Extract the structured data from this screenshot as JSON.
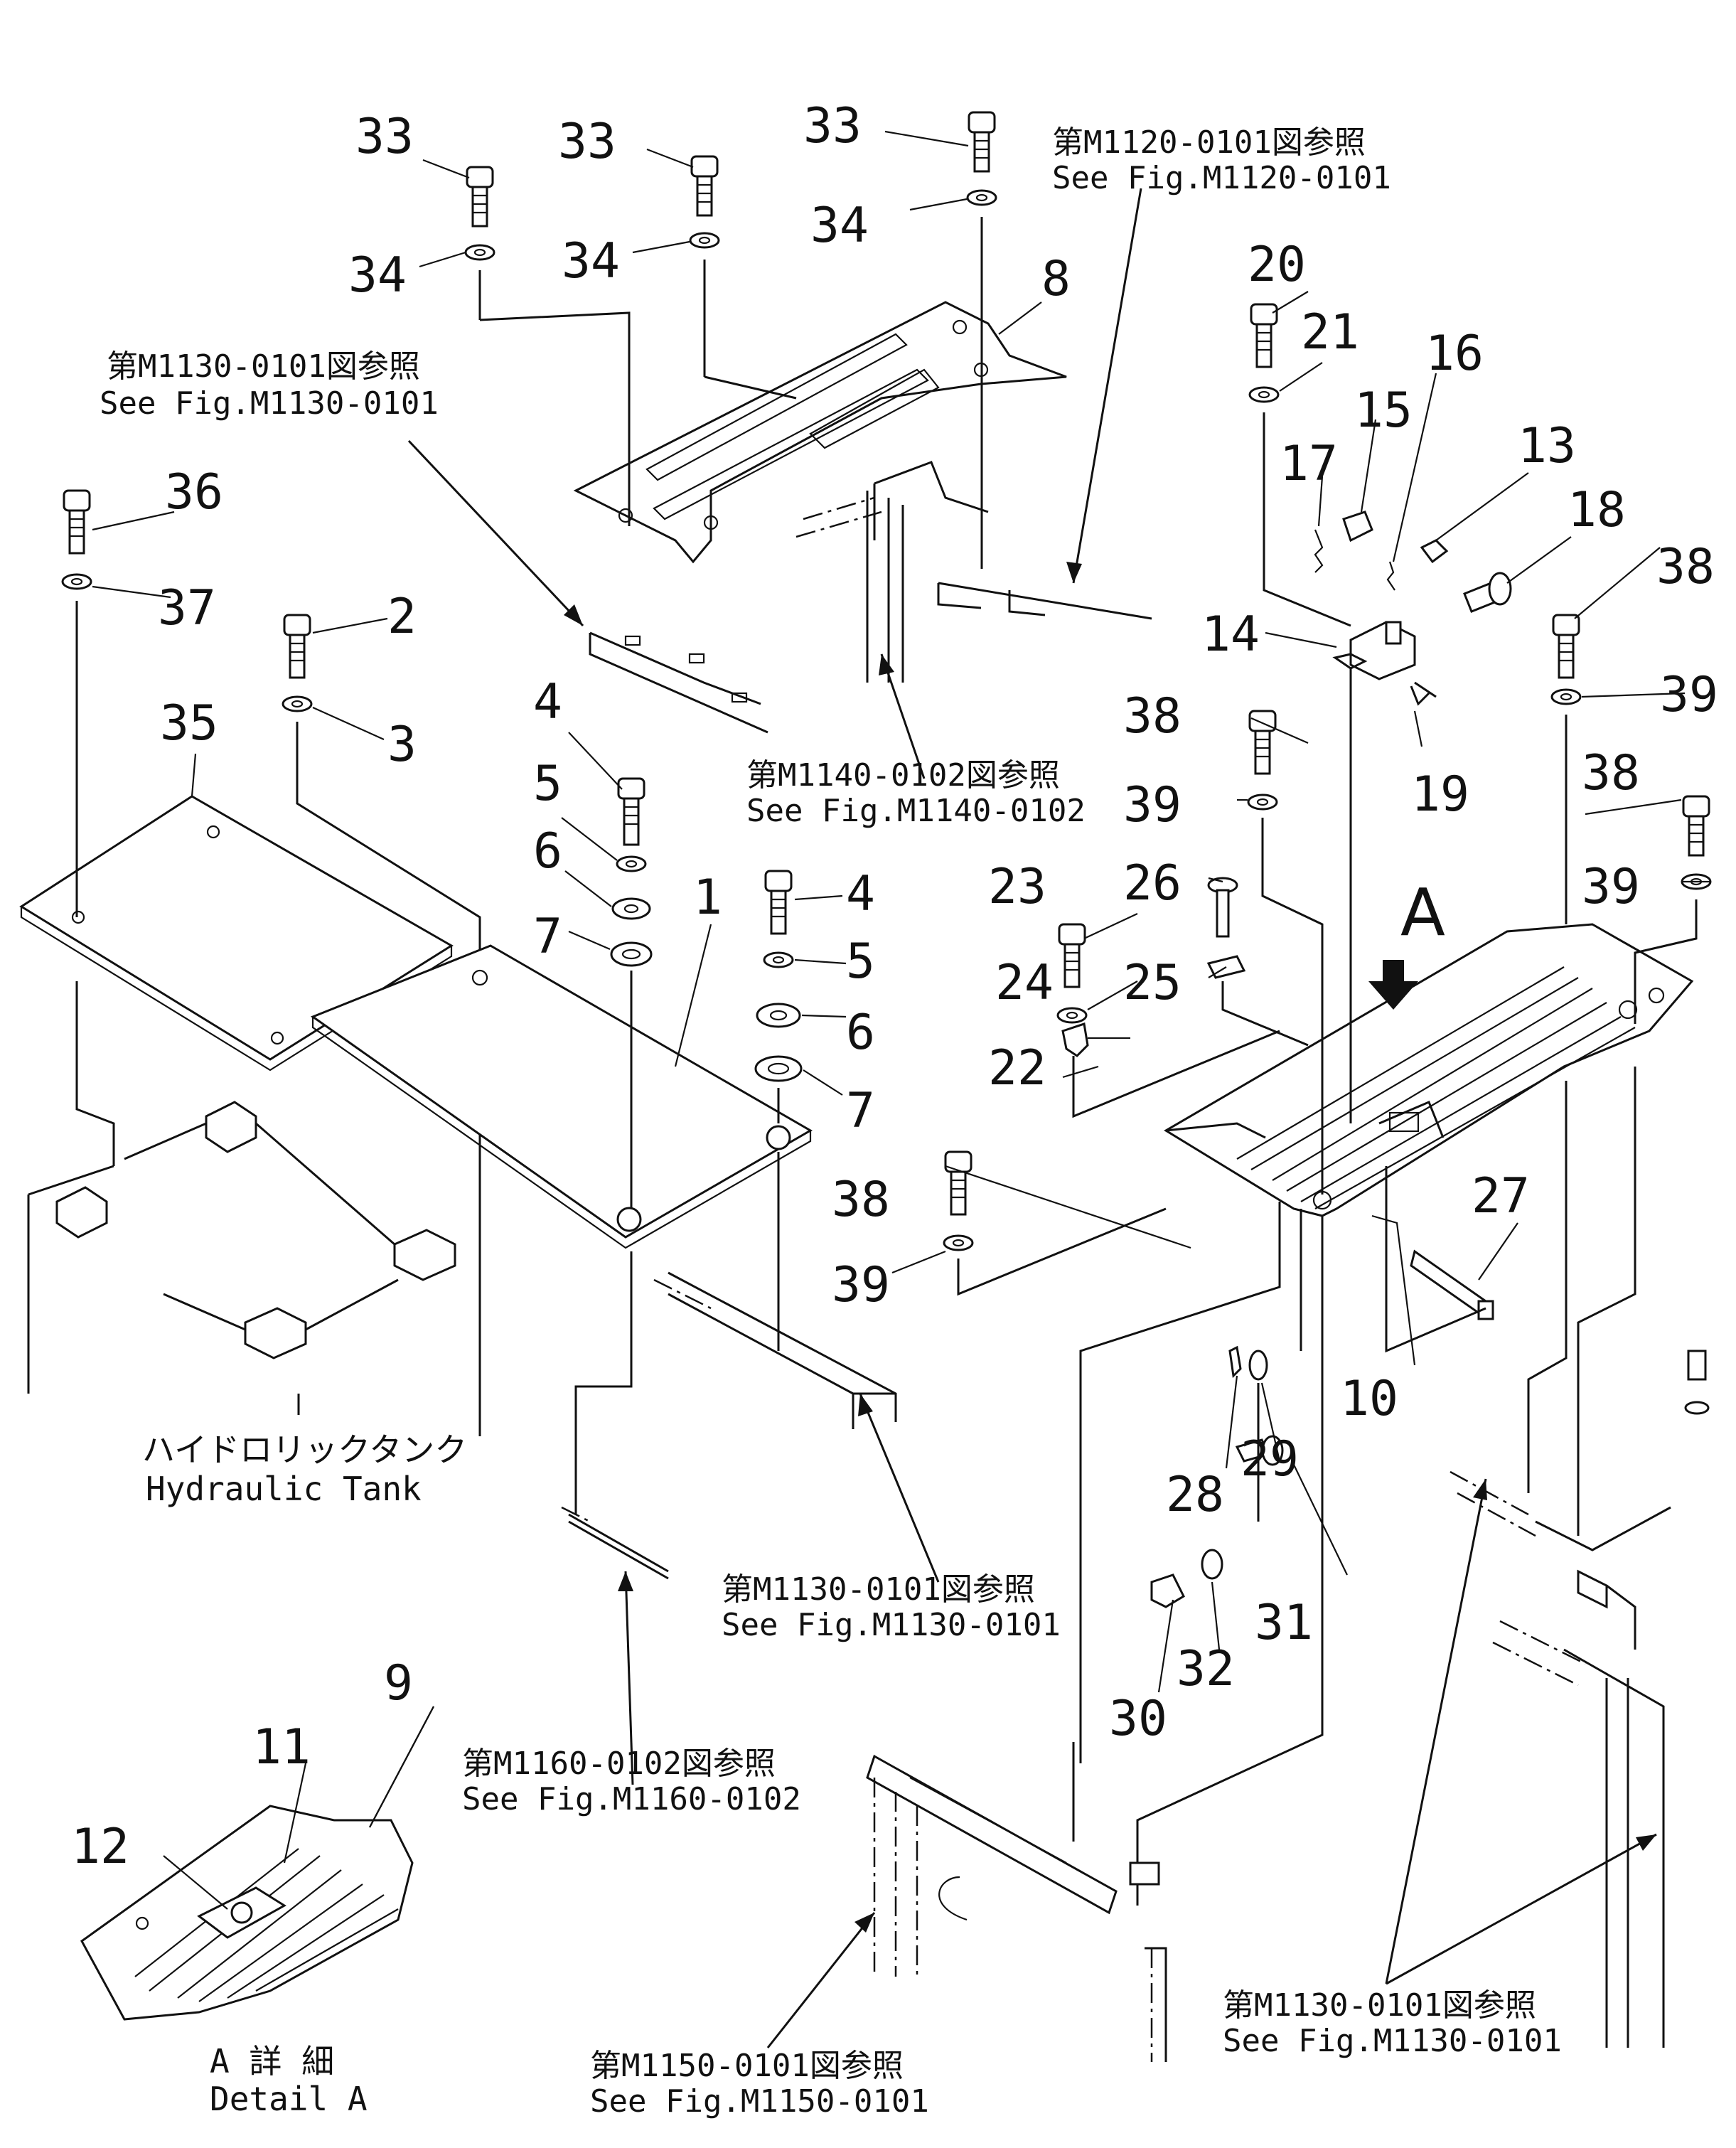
{
  "part_numbers": {
    "p1": "1",
    "p2": "2",
    "p3": "3",
    "p4a": "4",
    "p5a": "5",
    "p6a": "6",
    "p7a": "7",
    "p4b": "4",
    "p5b": "5",
    "p6b": "6",
    "p7b": "7",
    "p8": "8",
    "p9": "9",
    "p10": "10",
    "p11": "11",
    "p12": "12",
    "p13": "13",
    "p14": "14",
    "p15": "15",
    "p16": "16",
    "p17": "17",
    "p18": "18",
    "p19": "19",
    "p20": "20",
    "p21": "21",
    "p22": "22",
    "p23": "23",
    "p24": "24",
    "p25": "25",
    "p26": "26",
    "p27": "27",
    "p28": "28",
    "p29": "29",
    "p30": "30",
    "p31": "31",
    "p32": "32",
    "p33a": "33",
    "p33b": "33",
    "p33c": "33",
    "p34a": "34",
    "p34b": "34",
    "p34c": "34",
    "p35": "35",
    "p36": "36",
    "p37": "37",
    "p38a": "38",
    "p38b": "38",
    "p38c": "38",
    "p38d": "38",
    "p39a": "39",
    "p39b": "39",
    "p39c": "39",
    "p39d": "39"
  },
  "references": {
    "ref_m1120_jp": "第M1120-0101図参照",
    "ref_m1120_en": "See Fig.M1120-0101",
    "ref_m1130_top_jp": "第M1130-0101図参照",
    "ref_m1130_top_en": "See Fig.M1130-0101",
    "ref_m1140_jp": "第M1140-0102図参照",
    "ref_m1140_en": "See Fig.M1140-0102",
    "ref_m1130_mid_jp": "第M1130-0101図参照",
    "ref_m1130_mid_en": "See Fig.M1130-0101",
    "ref_m1160_jp": "第M1160-0102図参照",
    "ref_m1160_en": "See Fig.M1160-0102",
    "ref_m1150_jp": "第M1150-0101図参照",
    "ref_m1150_en": "See Fig.M1150-0101",
    "ref_m1130_br_jp": "第M1130-0101図参照",
    "ref_m1130_br_en": "See Fig.M1130-0101"
  },
  "labels": {
    "tank_jp": "ハイドロリックタンク",
    "tank_en": "Hydraulic Tank",
    "detail_jp": "A 詳 細",
    "detail_en": "Detail A",
    "view_marker": "A"
  }
}
